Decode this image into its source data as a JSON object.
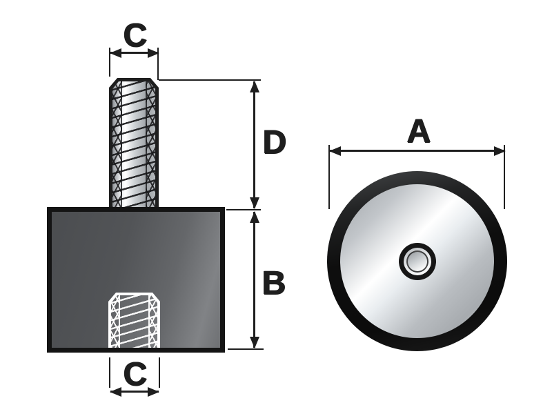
{
  "labels": {
    "top_stud_width": "C",
    "stud_length": "D",
    "body_height": "B",
    "bottom_hole_width": "C",
    "diameter": "A"
  },
  "colors": {
    "line_black": "#1e1e1e",
    "body_gray_dark": "#4b4d50",
    "body_gray_light": "#818386",
    "metal_highlight": "#ffffff",
    "metal_gray": "#9fa3a7",
    "outer_ring_black": "#0e0e0e",
    "background": "#ffffff"
  }
}
